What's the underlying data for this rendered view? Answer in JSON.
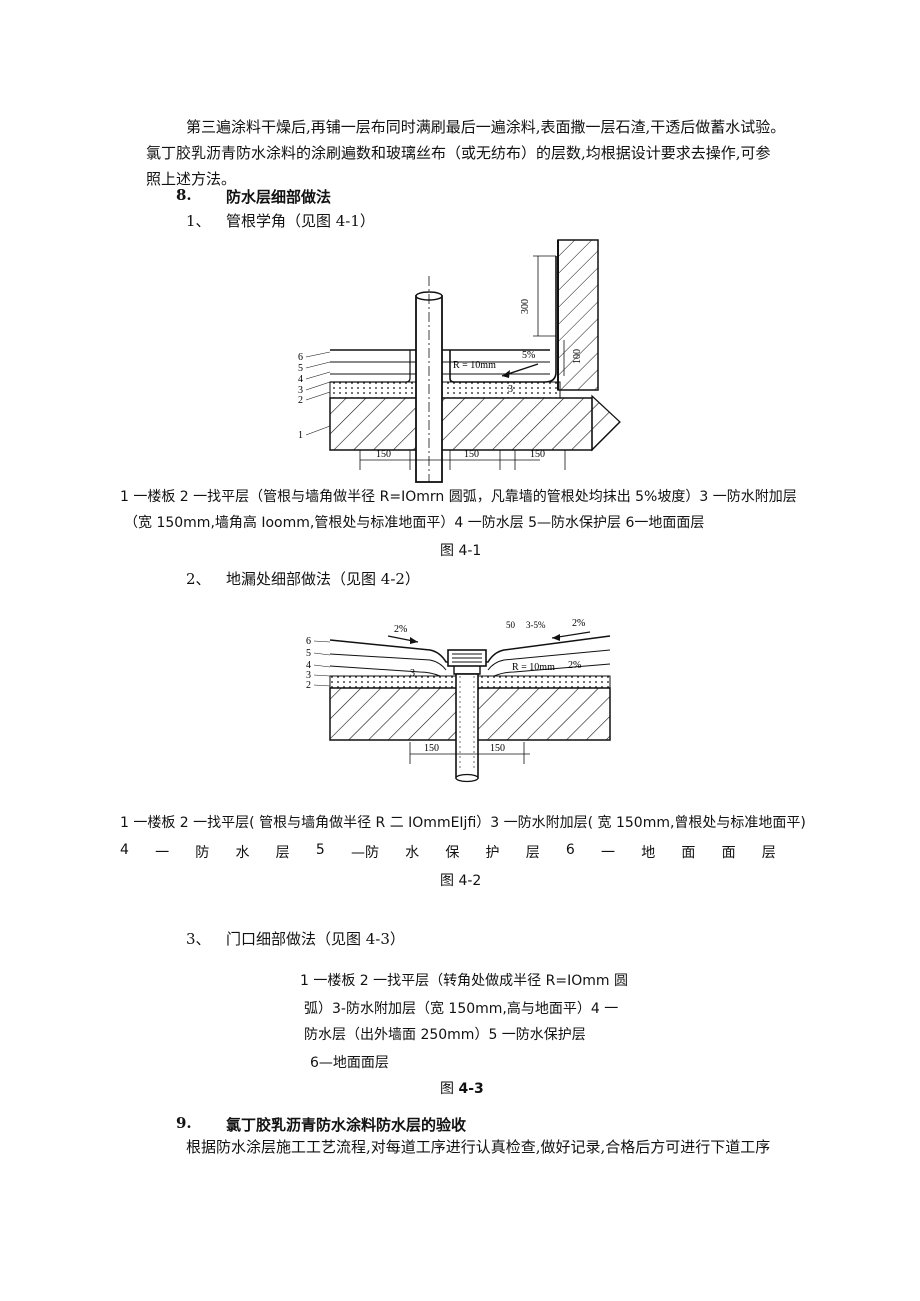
{
  "para1": {
    "line1": "第三遍涂料干燥后,再铺一层布同时满刷最后一遍涂料,表面撒一层石渣,干透后做蓄水试验。",
    "line2": "氯丁胶乳沥青防水涂料的涂刷遍数和玻璃丝布（或无纺布）的层数,均根据设计要求去操作,可参",
    "line3": "照上述方法。"
  },
  "section8": {
    "num": "8.",
    "title": "防水层细部做法"
  },
  "item1": {
    "num": "1、",
    "text": "管根学角（见图 4-1）"
  },
  "fig1": {
    "labels": {
      "l6": "6",
      "l5": "5",
      "l4": "4",
      "l3": "3",
      "l2": "2",
      "l1": "1",
      "l3b": "3",
      "r": "R = 10mm",
      "slope": "5%",
      "h300": "300",
      "h100": "100",
      "w1": "150",
      "w2": "150",
      "w3": "150"
    },
    "cap1": "1 一楼板 2 一找平层（管根与墙角做半径 R=IOmrn 圆弧，凡靠墙的管根处均抹出 5%坡度）3 一防水附加层",
    "cap2": "（宽 150mm,墙角高 Ioomm,管根处与标准地面平）4 一防水层 5—防水保护层 6一地面面层",
    "title": "图 4-1"
  },
  "item2": {
    "num": "2、",
    "text": "地漏处细部做法（见图 4-2）"
  },
  "fig2": {
    "labels": {
      "l6": "6",
      "l5": "5",
      "l4": "4",
      "l3": "3",
      "l2": "2",
      "l3b": "3",
      "s1": "2%",
      "s2": "3-5%",
      "s3": "2%",
      "s4": "2%",
      "w50": "50",
      "r": "R = 10mm",
      "w1": "150",
      "w2": "150"
    },
    "cap1": "1 一楼板 2 一找平层( 管根与墙角做半径 R 二 IOmmEIjfi）3 一防水附加层( 宽 150mm,曾根处与标准地面平)",
    "cap2": [
      "4",
      "一",
      "防",
      "水",
      "层",
      "5",
      "—防",
      "水",
      "保",
      "护",
      "层",
      "6",
      "一",
      "地",
      "面",
      "面",
      "层"
    ],
    "title": "图 4-2"
  },
  "item3": {
    "num": "3、",
    "text": "门口细部做法（见图 4-3）"
  },
  "fig3": {
    "cap1": "1 一楼板 2 一找平层（转角处做成半径 R=IOmm 圆",
    "cap2": "弧）3-防水附加层（宽 150mm,高与地面平）4 一",
    "cap3": "防水层（出外墙面 250mm）5 一防水保护层",
    "cap4": "6—地面面层",
    "title_prefix": "图",
    "title_num": "4-3"
  },
  "section9": {
    "num": "9.",
    "title": "氯丁胶乳沥青防水涂料防水层的验收"
  },
  "para9": "根据防水涂层施工工艺流程,对每道工序进行认真检查,做好记录,合格后方可进行下道工序"
}
